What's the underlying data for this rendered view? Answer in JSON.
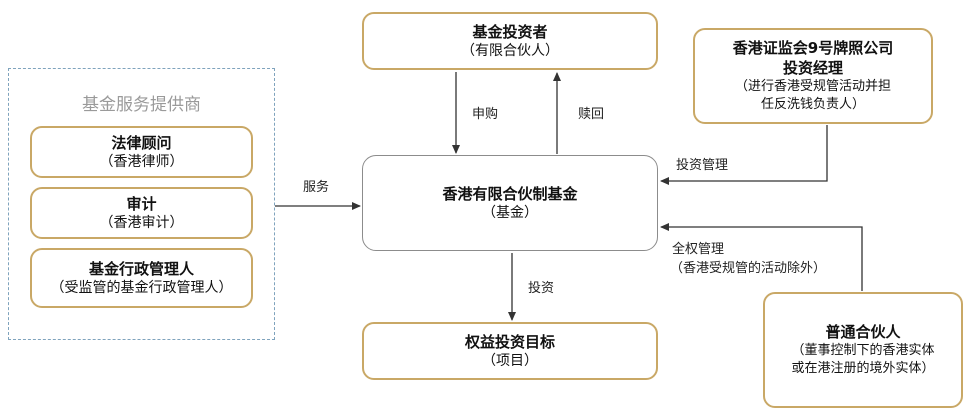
{
  "providers": {
    "title": "基金服务提供商",
    "legal": {
      "title": "法律顾问",
      "sub": "（香港律师）"
    },
    "audit": {
      "title": "审计",
      "sub": "（香港审计）"
    },
    "admin": {
      "title": "基金行政管理人",
      "sub": "（受监管的基金行政管理人）"
    }
  },
  "investor": {
    "title": "基金投资者",
    "sub": "（有限合伙人）"
  },
  "manager": {
    "title_line1": "香港证监会9号牌照公司",
    "title_line2": "投资经理",
    "sub_line1": "（进行香港受规管活动并担",
    "sub_line2": "任反洗钱负责人）"
  },
  "fund": {
    "title": "香港有限合伙制基金",
    "sub": "（基金）"
  },
  "target": {
    "title": "权益投资目标",
    "sub": "（项目）"
  },
  "gp": {
    "title": "普通合伙人",
    "sub_line1": "（董事控制下的香港实体",
    "sub_line2": "或在港注册的境外实体）"
  },
  "labels": {
    "subscribe": "申购",
    "redeem": "赎回",
    "service": "服务",
    "invest_mgmt": "投资管理",
    "full_mgmt": "全权管理",
    "full_mgmt_note": "（香港受规管的活动除外）",
    "invest": "投资"
  },
  "colors": {
    "box_border": "#c9a866",
    "fund_border": "#8c8c8c",
    "dashed": "#7fa3bd",
    "arrow": "#333333"
  }
}
